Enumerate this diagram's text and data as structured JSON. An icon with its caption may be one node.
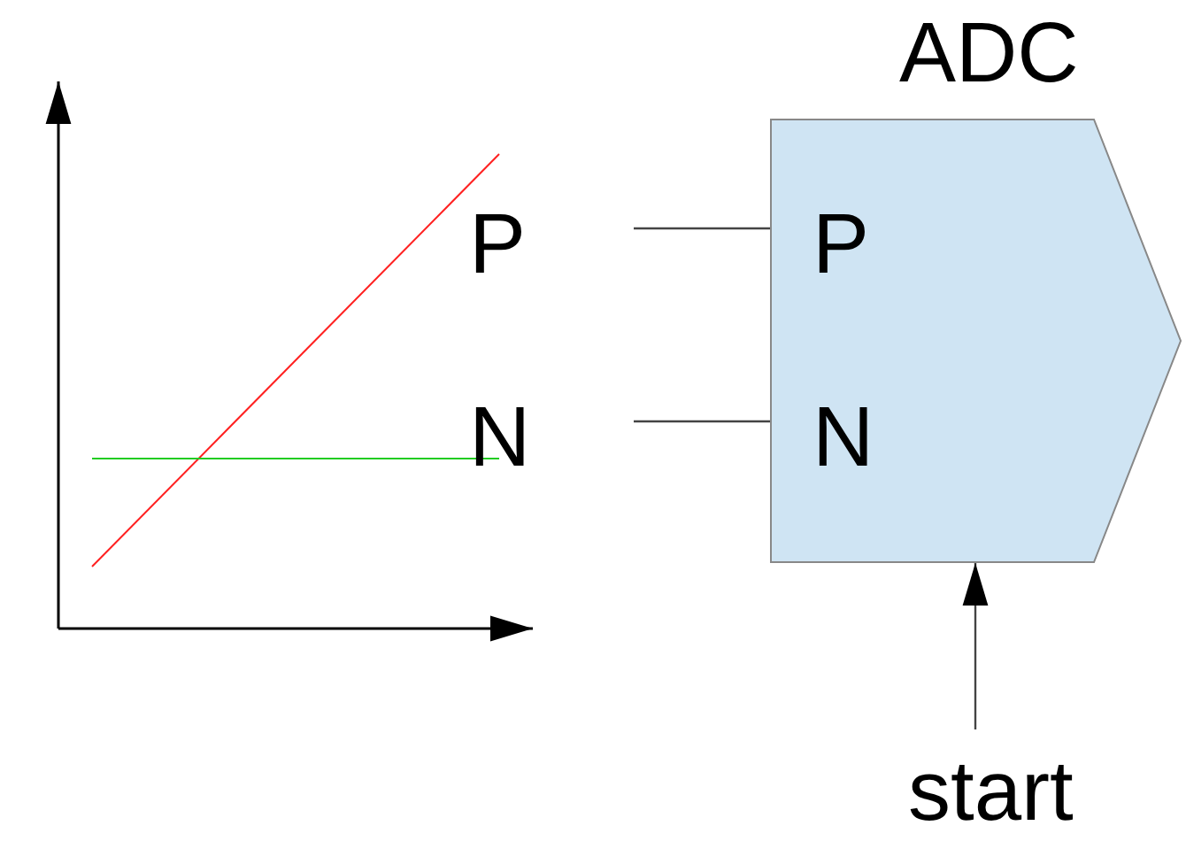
{
  "diagram": {
    "nodes": [
      {
        "text": [
          "P"
        ]
      },
      {
        "text": [
          "N"
        ]
      },
      {
        "text": [
          "ADC",
          "P",
          "N"
        ]
      },
      {
        "text": [
          "start"
        ]
      }
    ],
    "edges": [
      {
        "from": 0,
        "to": 2,
        "arrow": "none"
      },
      {
        "from": 1,
        "to": 2,
        "arrow": "none"
      },
      {
        "from": 3,
        "to": 2,
        "arrow": "to"
      }
    ]
  }
}
